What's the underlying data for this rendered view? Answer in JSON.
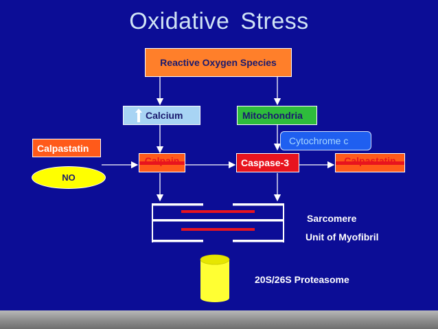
{
  "title": "Oxidative Stress",
  "nodes": {
    "ros": "Reactive Oxygen Species",
    "calcium": "Calcium",
    "mitochondria": "Mitochondria",
    "cytochrome": "Cytochrome c",
    "calpastatin_left": "Calpastatin",
    "no": "NO",
    "calpain": "Calpain",
    "caspase3": "Caspase-3",
    "calpastatin_right": "Calpastatin"
  },
  "labels": {
    "sarcomere": "Sarcomere",
    "myofibril": "Unit of Myofibril",
    "proteasome": "20S/26S Proteasome"
  },
  "colors": {
    "background": "#0c0d96",
    "orange": "#ff7f2a",
    "light_blue": "#a8d4f4",
    "green": "#2ebc3c",
    "cytochrome_fill": "#1f5ff0",
    "yellow": "#ffff00",
    "red": "#e8141e"
  },
  "icons": {
    "calcium_increase": "up-arrow-icon"
  }
}
